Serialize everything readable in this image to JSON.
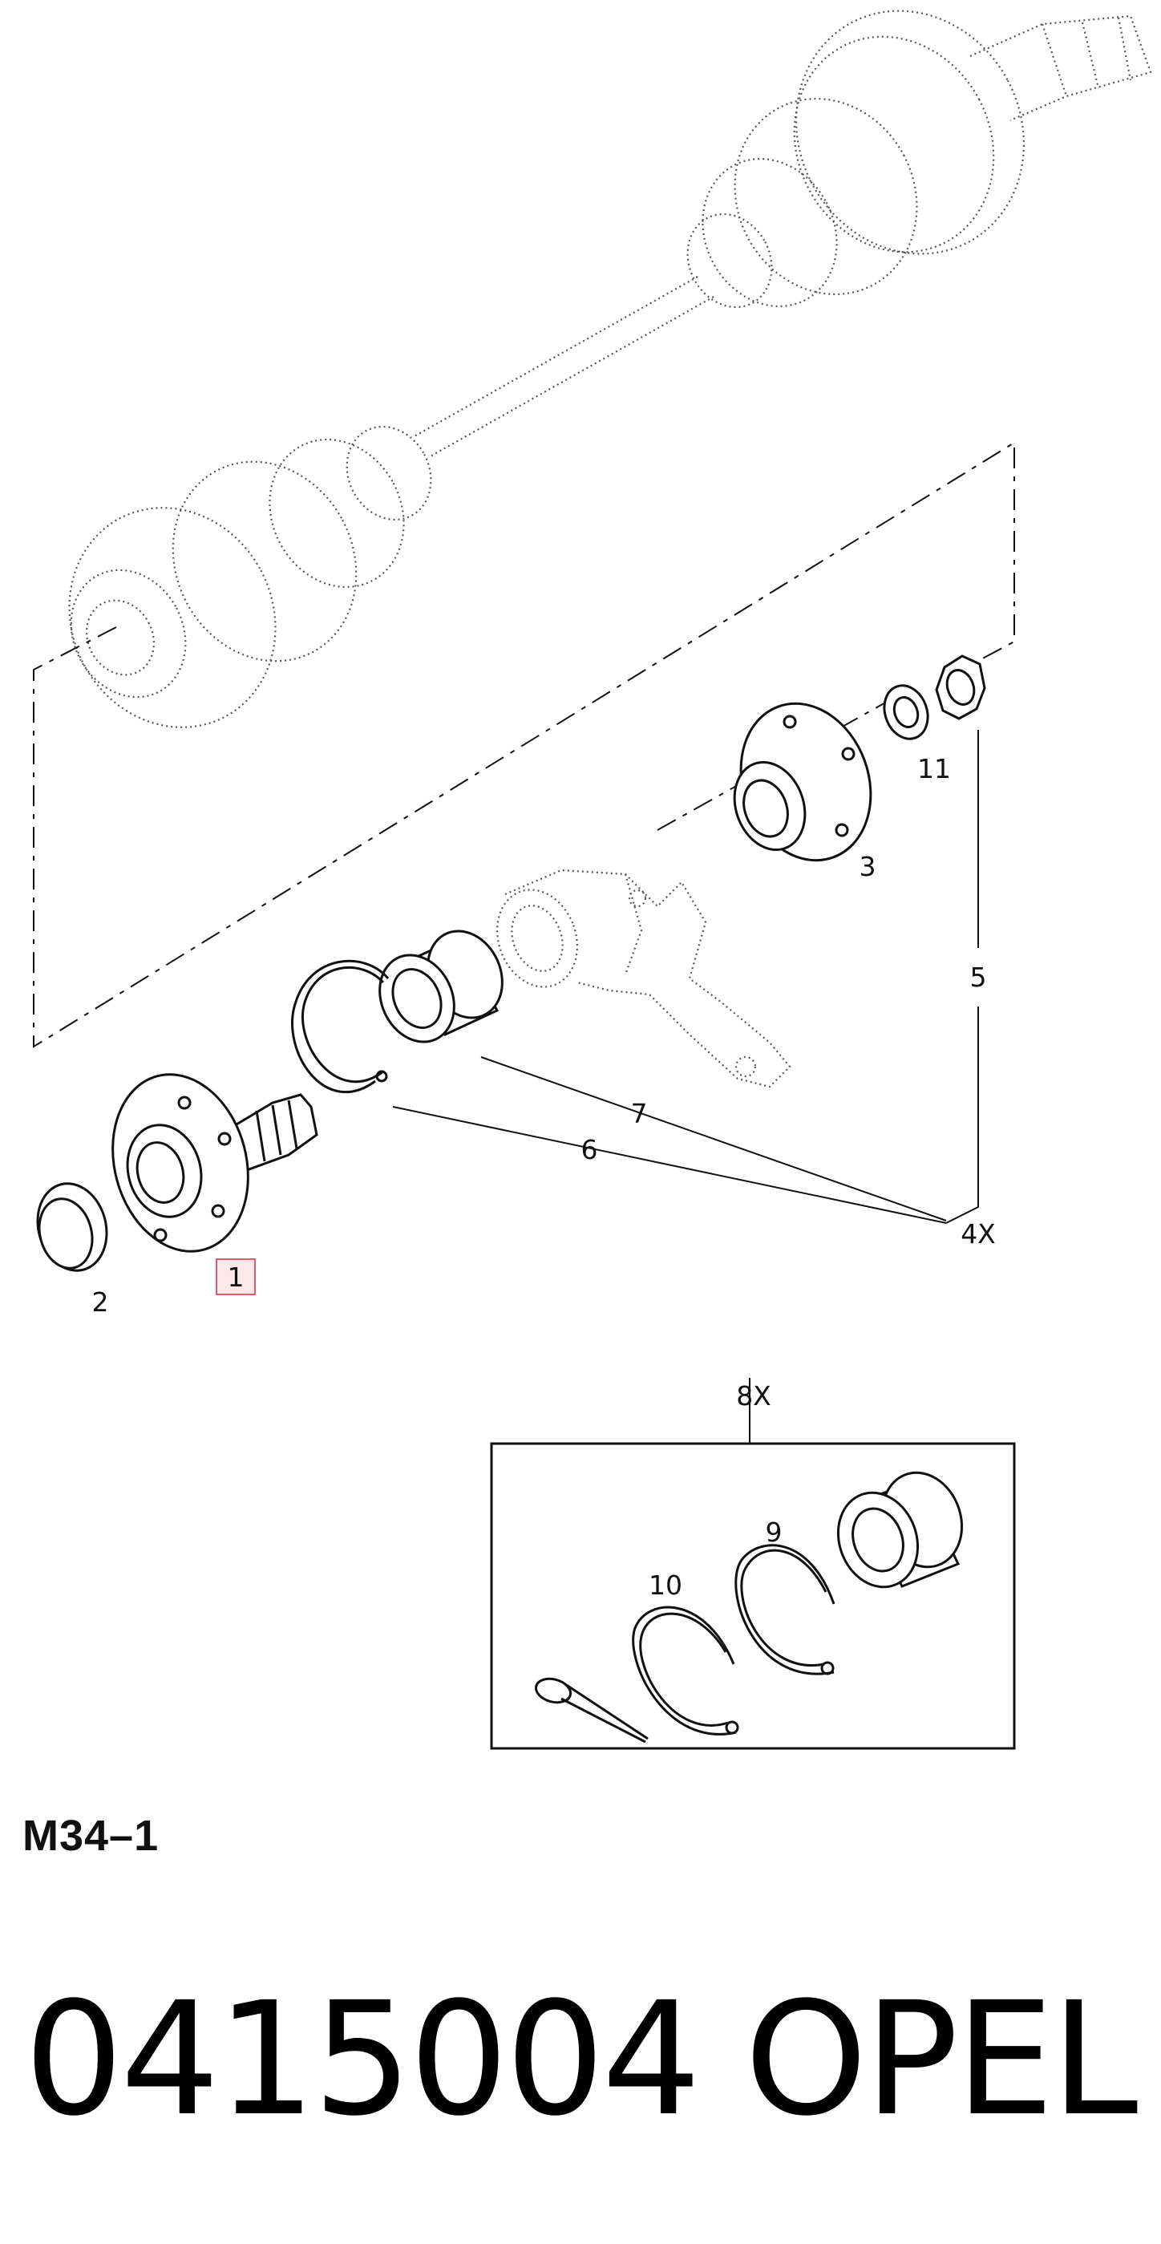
{
  "callouts": [
    {
      "id": "1",
      "text": "1",
      "highlighted": true
    },
    {
      "id": "2",
      "text": "2"
    },
    {
      "id": "3",
      "text": "3"
    },
    {
      "id": "5",
      "text": "5"
    },
    {
      "id": "6",
      "text": "6"
    },
    {
      "id": "7",
      "text": "7"
    },
    {
      "id": "4x",
      "text": "4X"
    },
    {
      "id": "8x",
      "text": "8X"
    },
    {
      "id": "9",
      "text": "9"
    },
    {
      "id": "10",
      "text": "10"
    },
    {
      "id": "11",
      "text": "11"
    }
  ],
  "diagram_code": "M34–1",
  "part_number_line": "0415004   OPEL",
  "colors": {
    "ink": "#111111",
    "dotted_outline": "#555555",
    "highlight_border": "#e05a6a",
    "highlight_fill": "#fde8ec"
  }
}
